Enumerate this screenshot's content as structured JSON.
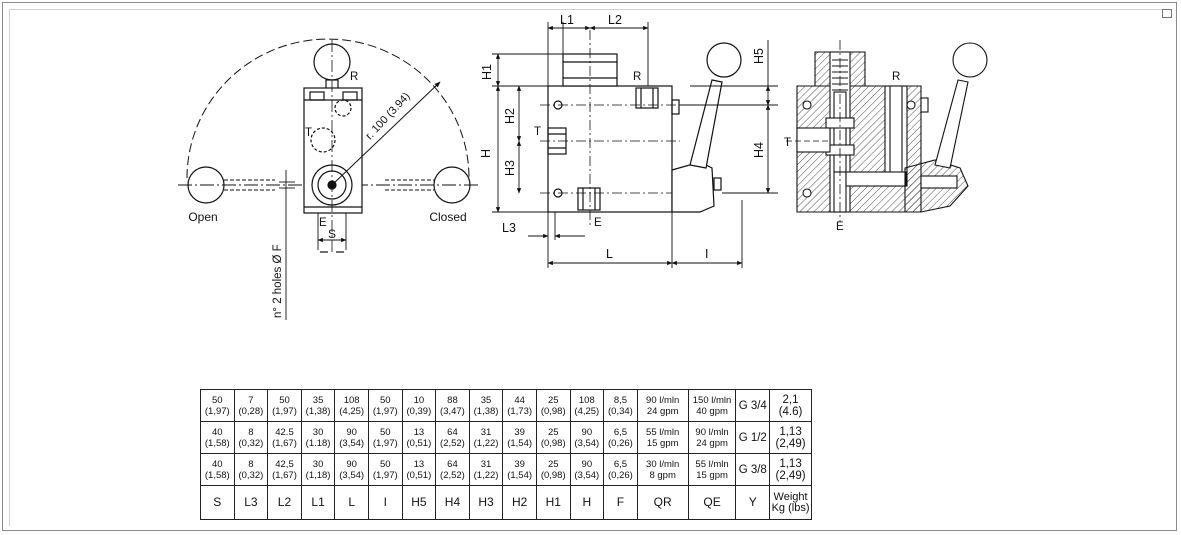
{
  "labels": {
    "open": "Open",
    "closed": "Closed",
    "radius": "r. 100 (3.94)",
    "holes": "n° 2 holes Ø F",
    "port_r": "R",
    "port_t": "T",
    "port_e": "E",
    "dim_s": "S",
    "dim_l1": "L1",
    "dim_l2": "L2",
    "dim_l3": "L3",
    "dim_l": "L",
    "dim_i": "I",
    "dim_h": "H",
    "dim_h1": "H1",
    "dim_h2": "H2",
    "dim_h3": "H3",
    "dim_h4": "H4",
    "dim_h5": "H5"
  },
  "table": {
    "headers": [
      "S",
      "L3",
      "L2",
      "L1",
      "L",
      "I",
      "H5",
      "H4",
      "H3",
      "H2",
      "H1",
      "H",
      "F",
      "QR",
      "QE",
      "Y",
      "Weight|Kg (lbs)"
    ],
    "rows": [
      [
        "50|(1,97)",
        "7|(0,28)",
        "50|(1,97)",
        "35|(1,38)",
        "108|(4,25)",
        "50|(1,97)",
        "10|(0,39)",
        "88|(3,47)",
        "35|(1,38)",
        "44|(1,73)",
        "25|(0,98)",
        "108|(4,25)",
        "8,5|(0,34)",
        "90 l/mln|24 gpm",
        "150 l/mln|40 gpm",
        "G 3/4",
        "2,1|(4.6)"
      ],
      [
        "40|(1,58)",
        "8|(0,32)",
        "42.5|(1,67)",
        "30|(1.18)",
        "90|(3,54)",
        "50|(1,97)",
        "13|(0,51)",
        "64|(2,52)",
        "31|(1,22)",
        "39|(1,54)",
        "25|(0,98)",
        "90|(3,54)",
        "6,5|(0,26)",
        "55 l/mln|15 gpm",
        "90 l/mln|24 gpm",
        "G 1/2",
        "1,13|(2,49)"
      ],
      [
        "40|(1,58)",
        "8|(0,32)",
        "42,5|(1,67)",
        "30|(1,18)",
        "90|(3,54)",
        "50|(1,97)",
        "13|(0,51)",
        "64|(2,52)",
        "31|(1,22)",
        "39|(1,54)",
        "25|(0,98)",
        "90|(3,54)",
        "6,5|(0,26)",
        "30 l/mln|8 gpm",
        "55 l/mln|15 gpm",
        "G 3/8",
        "1,13|(2,49)"
      ]
    ]
  }
}
